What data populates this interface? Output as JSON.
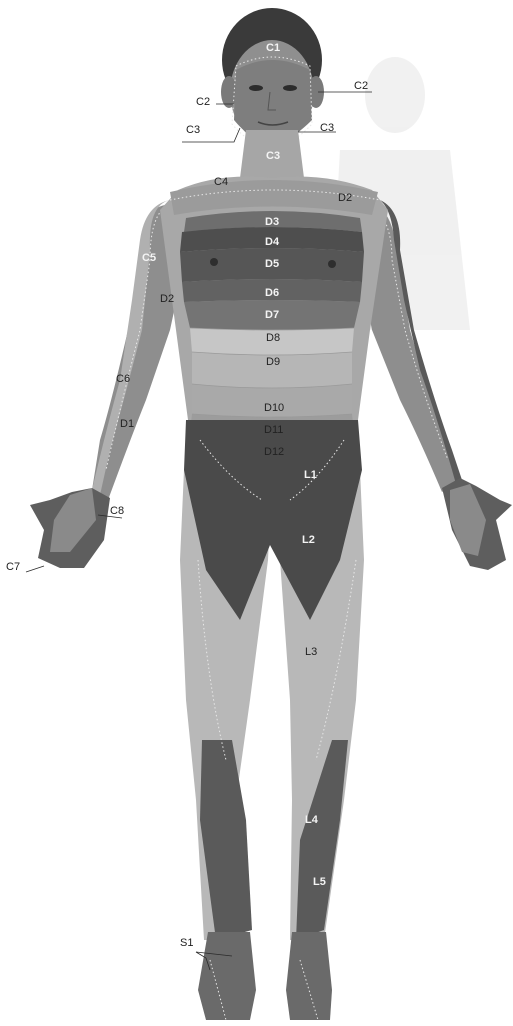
{
  "labels": {
    "c1": "C1",
    "c2_right": "C2",
    "c2_left": "C2",
    "c3_left": "C3",
    "c3_right": "C3",
    "c3_neck": "C3",
    "c4": "C4",
    "d2_shoulder": "D2",
    "d3": "D3",
    "d4": "D4",
    "d5": "D5",
    "d6": "D6",
    "d7": "D7",
    "d8": "D8",
    "d9": "D9",
    "d10": "D10",
    "d11": "D11",
    "d12": "D12",
    "c5": "C5",
    "d2_arm": "D2",
    "c6": "C6",
    "d1": "D1",
    "c8": "C8",
    "c7": "C7",
    "l1": "L1",
    "l2": "L2",
    "l3": "L3",
    "l4": "L4",
    "l5": "L5",
    "s1": "S1"
  },
  "colors": {
    "skin_light": "#c9c9c9",
    "skin_mid": "#a8a8a8",
    "skin_dark": "#6e6e6e",
    "skin_darker": "#4f4f4f",
    "hair": "#3a3a3a",
    "background": "#ffffff"
  }
}
